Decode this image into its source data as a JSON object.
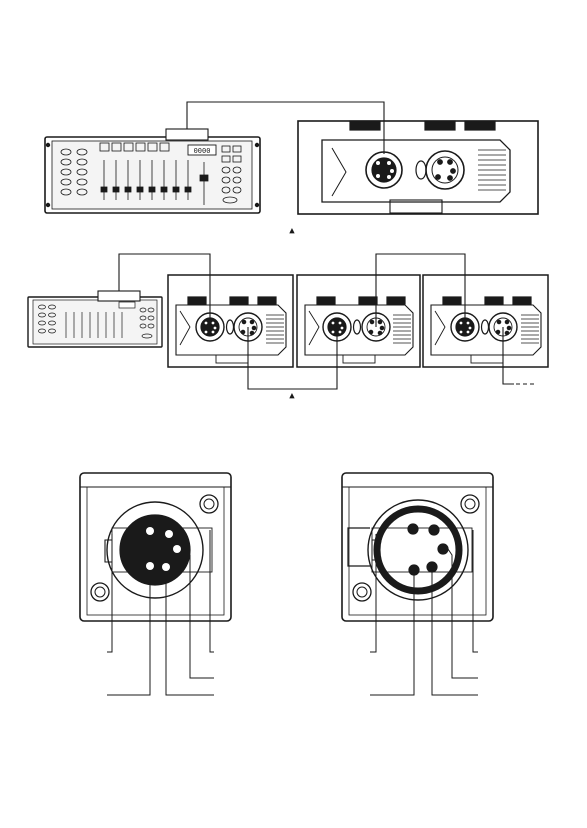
{
  "page": {
    "background": "#ffffff",
    "ink": "#1a1a1a"
  },
  "controller": {
    "display_text": "0000"
  },
  "connectors": {
    "male": {
      "pins": 5
    },
    "female": {
      "pins": 5
    }
  },
  "markers": {
    "triangle_symbol": "▲",
    "chain_end_text": ""
  }
}
